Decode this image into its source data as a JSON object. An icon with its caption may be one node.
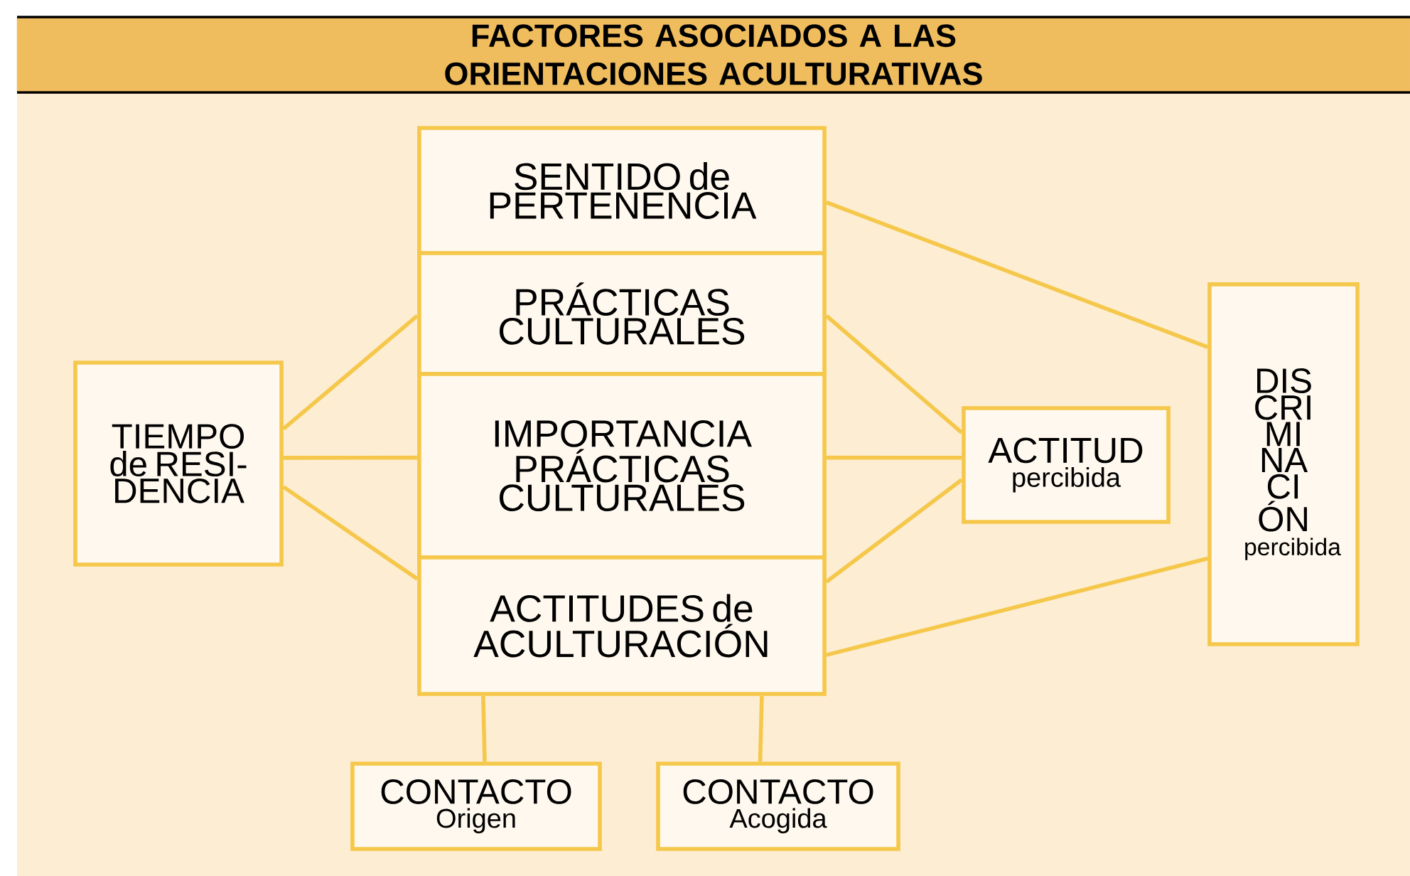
{
  "diagram": {
    "title": "FACTORES ASOCIADOS A LAS ORIENTACIONES ACULTURATIVAS",
    "nodes": [
      {
        "text": [
          "SENTIDO de PERTENENCIA"
        ]
      },
      {
        "text": [
          "PRÁCTICAS CULTURALES"
        ]
      },
      {
        "text": [
          "IMPORTANCIA PRÁCTICAS CULTURALES"
        ]
      },
      {
        "text": [
          "ACTITUDES de ACULTURACIÓN"
        ]
      },
      {
        "text": [
          "TIEMPO de RESI- DENCIA"
        ]
      },
      {
        "text": [
          "ACTITUD",
          "percibida"
        ]
      },
      {
        "text": [
          "DIS CRI MI NA CI ÓN",
          "percibida"
        ]
      },
      {
        "text": [
          "CONTACTO",
          "Origen"
        ]
      },
      {
        "text": [
          "CONTACTO",
          "Acogida"
        ]
      }
    ],
    "edges": [
      {
        "from": 4,
        "to": 1,
        "arrow": "none"
      },
      {
        "from": 4,
        "to": 2,
        "arrow": "none"
      },
      {
        "from": 4,
        "to": 3,
        "arrow": "none"
      },
      {
        "from": 1,
        "to": 5,
        "arrow": "none"
      },
      {
        "from": 2,
        "to": 5,
        "arrow": "none"
      },
      {
        "from": 3,
        "to": 5,
        "arrow": "none"
      },
      {
        "from": 0,
        "to": 6,
        "arrow": "none"
      },
      {
        "from": 3,
        "to": 6,
        "arrow": "none"
      },
      {
        "from": 3,
        "to": 7,
        "arrow": "none"
      },
      {
        "from": 3,
        "to": 8,
        "arrow": "none"
      }
    ]
  }
}
